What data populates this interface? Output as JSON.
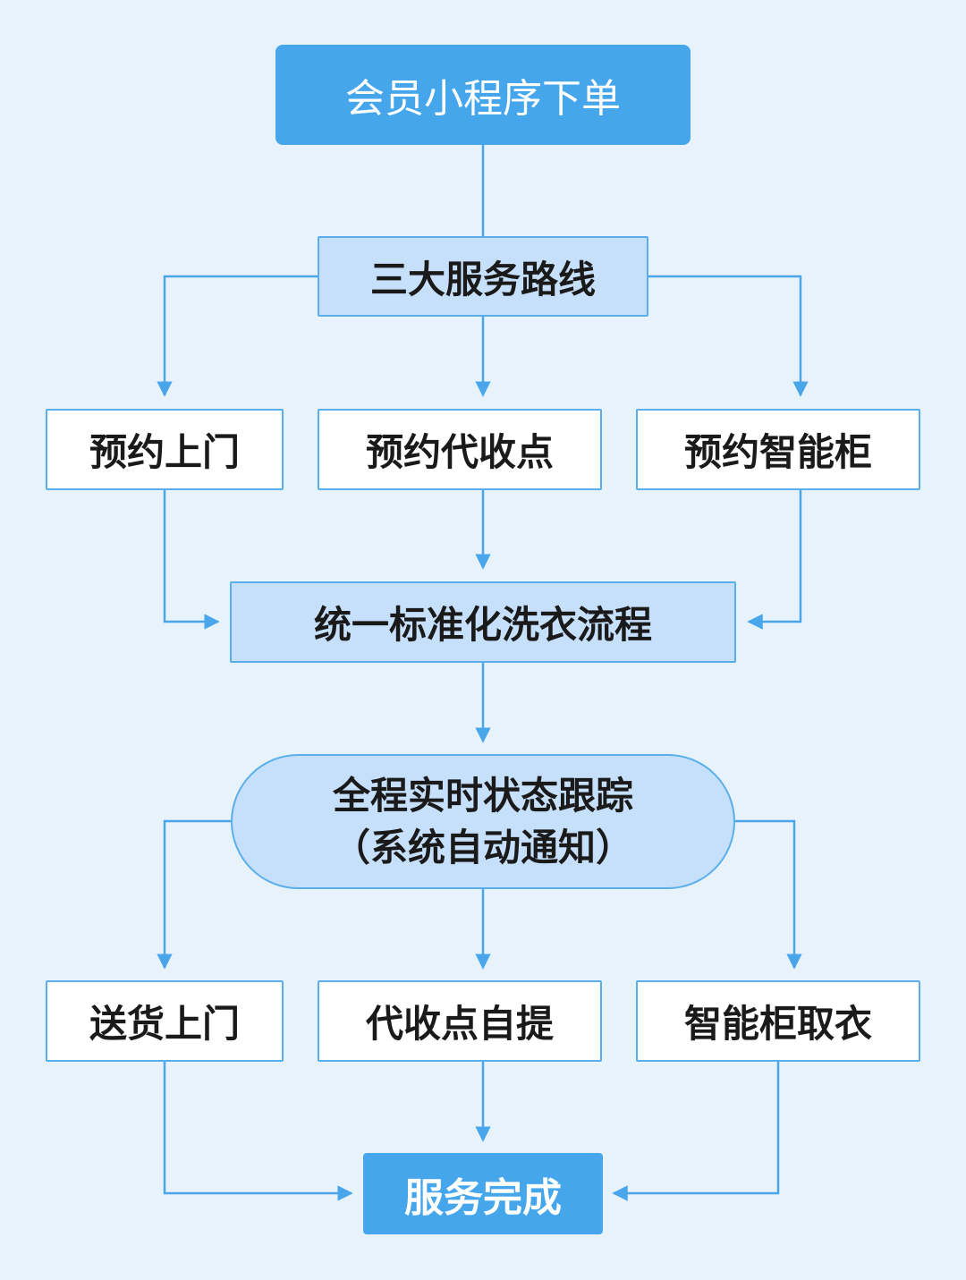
{
  "diagram": {
    "start": "会员小程序下单",
    "routes_hub": "三大服务路线",
    "routes": [
      "预约上门",
      "预约代收点",
      "预约智能柜"
    ],
    "process": "统一标准化洗衣流程",
    "tracking": {
      "line1": "全程实时状态跟踪",
      "line2": "（系统自动通知）"
    },
    "deliveries": [
      "送货上门",
      "代收点自提",
      "智能柜取衣"
    ],
    "end": "服务完成"
  },
  "colors": {
    "accent": "#45a6ec",
    "light": "#c6e0fb",
    "border": "#5aaeea",
    "background": "#e8f2fb"
  }
}
